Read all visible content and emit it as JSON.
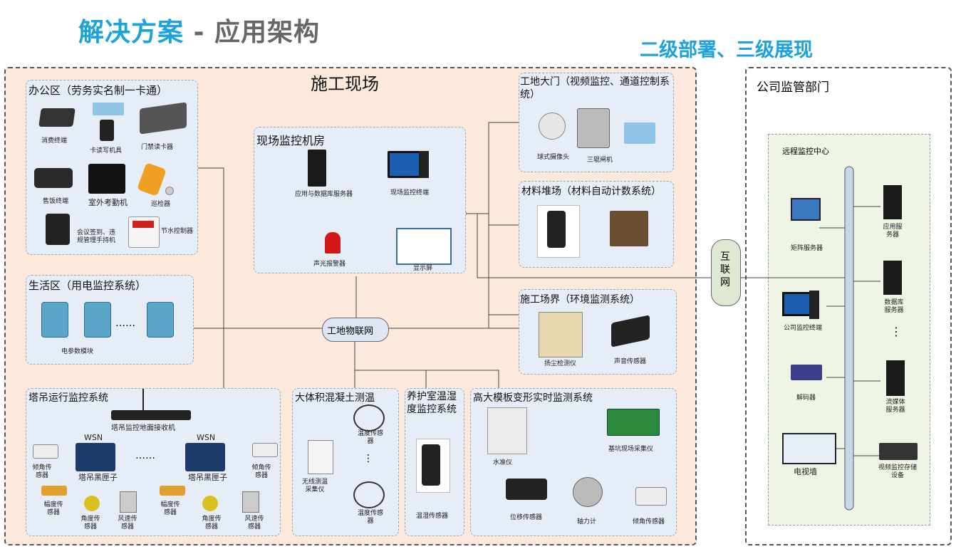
{
  "header": {
    "title_main": "解决方案",
    "title_sep": " - ",
    "title_sub": "应用架构",
    "right_title": "二级部署、三级展现"
  },
  "site": {
    "title": "施工现场"
  },
  "company": {
    "title": "公司监管部门",
    "remote_center": "远程监控中心",
    "devices": {
      "matrix": "矩阵服务器",
      "app_server": "应用服务器",
      "db_server": "数据库服务器",
      "terminal": "公司监控终端",
      "decoder": "解码器",
      "stream_server": "流媒体服务器",
      "tv_wall": "电视墙",
      "storage": "视频监控存储设备",
      "dots": "⋮"
    }
  },
  "internet": "互联网",
  "iot": "工地物联网",
  "office": {
    "title": "办公区（劳务实名制一卡通）",
    "devices": {
      "pos": "消费终端",
      "card_writer": "卡读写机具",
      "door_reader": "门禁读卡器",
      "sale": "售饭终端",
      "attendance": "室外考勤机",
      "patrol": "巡检器",
      "handheld": "会议签到、违规管理手持机",
      "water": "节水控制器"
    }
  },
  "living": {
    "title": "生活区（用电监控系统）",
    "module": "电参数模块",
    "dots": "……"
  },
  "monitor_room": {
    "title": "现场监控机房",
    "server": "应用与数据库服务器",
    "terminal": "现场监控终端",
    "alarm": "声光报警器",
    "screen": "显示屏"
  },
  "gate": {
    "title": "工地大门（视频监控、通道控制系统）",
    "camera": "球式摄像头",
    "turnstile": "三辊闸机"
  },
  "material": {
    "title": "材料堆场（材料自动计数系统）"
  },
  "boundary": {
    "title": "施工场界（环境监测系统）",
    "dust": "扬尘检测仪",
    "noise": "声音传感器"
  },
  "crane": {
    "title": "塔吊运行监控系统",
    "receiver": "塔吊监控地面接收机",
    "wsn": "WSN",
    "blackbox": "塔吊黑匣子",
    "dots": "……",
    "tilt": "倾角传感器",
    "amplitude": "幅度传感器",
    "angle": "角度传感器",
    "wind": "风速传感器"
  },
  "concrete": {
    "title": "大体积混凝土测温",
    "temp": "温度传感器",
    "collector": "无线测温采集仪",
    "dots": "⋮"
  },
  "curing": {
    "title": "养护室温湿度监控系统",
    "sensor": "温湿传感器"
  },
  "formwork": {
    "title": "高大模板变形实时监测系统",
    "level": "水准仪",
    "collector": "基坑现场采集仪",
    "displacement": "位移传感器",
    "axial": "轴力计",
    "tilt": "倾角传感器"
  }
}
